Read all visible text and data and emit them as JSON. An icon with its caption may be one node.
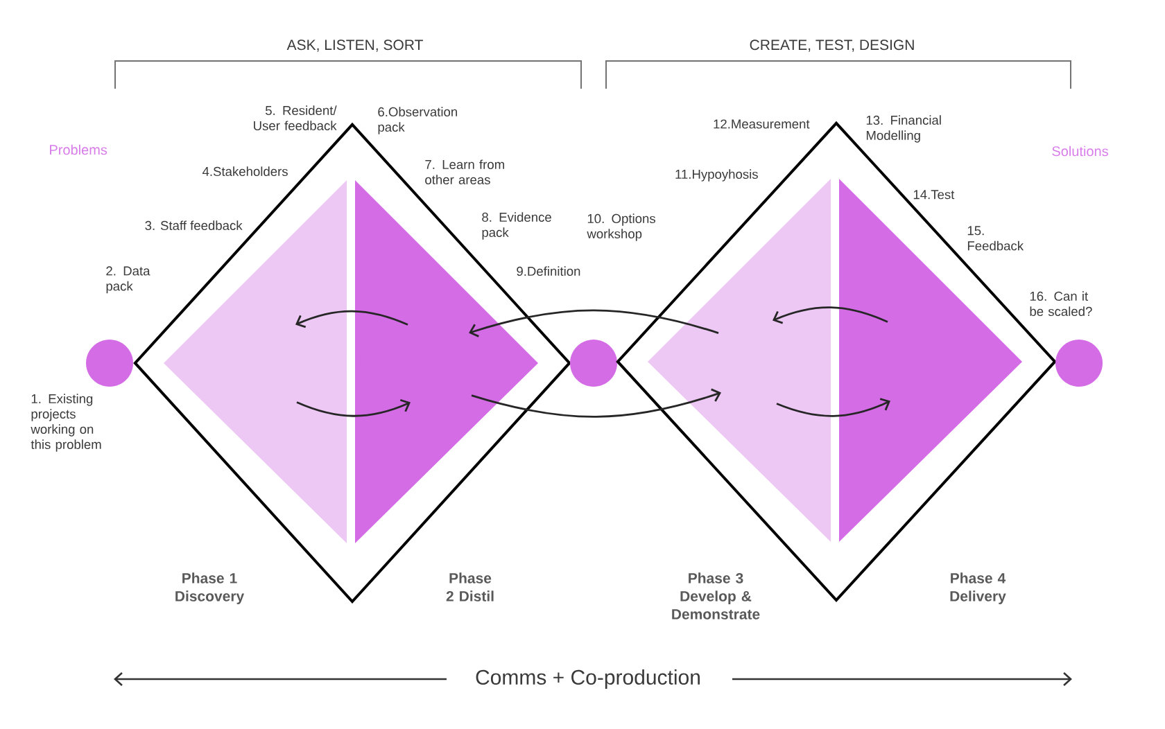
{
  "diagram": {
    "nodes": [
      {
        "text": [],
        "shape": "circle"
      },
      {
        "text": [],
        "shape": "diamond"
      },
      {
        "text": [],
        "shape": "triangle",
        "in": 1
      },
      {
        "text": [],
        "shape": "triangle",
        "in": 1
      },
      {
        "text": [],
        "shape": "circle"
      },
      {
        "text": [],
        "shape": "diamond"
      },
      {
        "text": [],
        "shape": "triangle",
        "in": 5
      },
      {
        "text": [],
        "shape": "triangle",
        "in": 5
      },
      {
        "text": [],
        "shape": "circle"
      }
    ],
    "edges": [
      {
        "from": 3,
        "to": 2,
        "arrow": "to"
      },
      {
        "from": 2,
        "to": 3,
        "arrow": "to"
      },
      {
        "from": 6,
        "to": 3,
        "arrow": "to"
      },
      {
        "from": 3,
        "to": 6,
        "arrow": "to"
      },
      {
        "from": 7,
        "to": 6,
        "arrow": "to"
      },
      {
        "from": 6,
        "to": 7,
        "arrow": "to"
      }
    ],
    "labels": [
      "ASK, LISTEN, SORT",
      "CREATE, TEST, DESIGN",
      "Problems",
      "Solutions",
      "1. Existing projects working on this problem",
      "2. Data pack",
      "3. Staff feedback",
      "4.Stakeholders",
      "5. Resident/ User feedback",
      "6.Observation pack",
      "7. Learn from other areas",
      "8. Evidence pack",
      "9.Definition",
      "10. Options workshop",
      "11.Hypoyhosis",
      "12.Measurement",
      "13. Financial Modelling",
      "14.Test",
      "15. Feedback",
      "16. Can it be scaled?",
      "Phase 1 Discovery",
      "Phase 2 Distil",
      "Phase 3 Develop & Demonstrate",
      "Phase 4 Delivery",
      "Comms + Co-production"
    ]
  }
}
